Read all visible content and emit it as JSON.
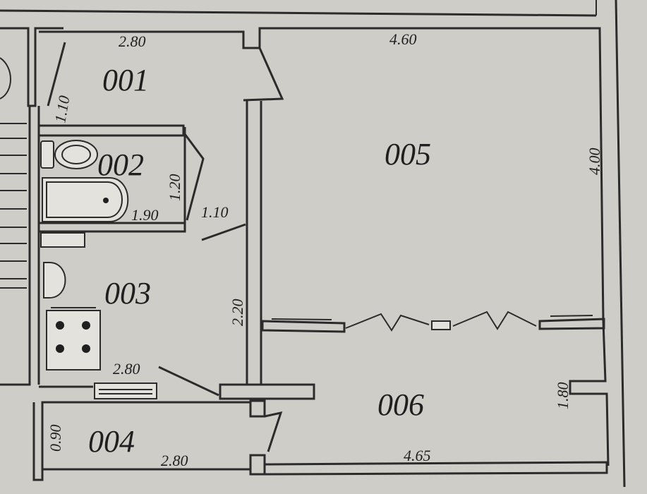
{
  "rooms": [
    {
      "id": "room-001",
      "label": "001"
    },
    {
      "id": "room-002",
      "label": "002"
    },
    {
      "id": "room-003",
      "label": "003"
    },
    {
      "id": "room-004",
      "label": "004"
    },
    {
      "id": "room-005",
      "label": "005"
    },
    {
      "id": "room-006",
      "label": "006"
    }
  ],
  "dimensions": {
    "d001_width": "2.80",
    "d001_depth": "1.10",
    "d002_depth": "1.20",
    "d002_width": "1.90",
    "corridor_width": "1.10",
    "d003_depth": "2.20",
    "d003_width": "2.80",
    "d004_depth": "0.90",
    "d004_width": "2.80",
    "d005_width": "4.60",
    "d005_depth": "4.00",
    "d006_depth": "1.80",
    "d006_width": "4.65"
  },
  "colors": {
    "paper": "#cfcdc8",
    "ink": "#2b2b2b"
  }
}
